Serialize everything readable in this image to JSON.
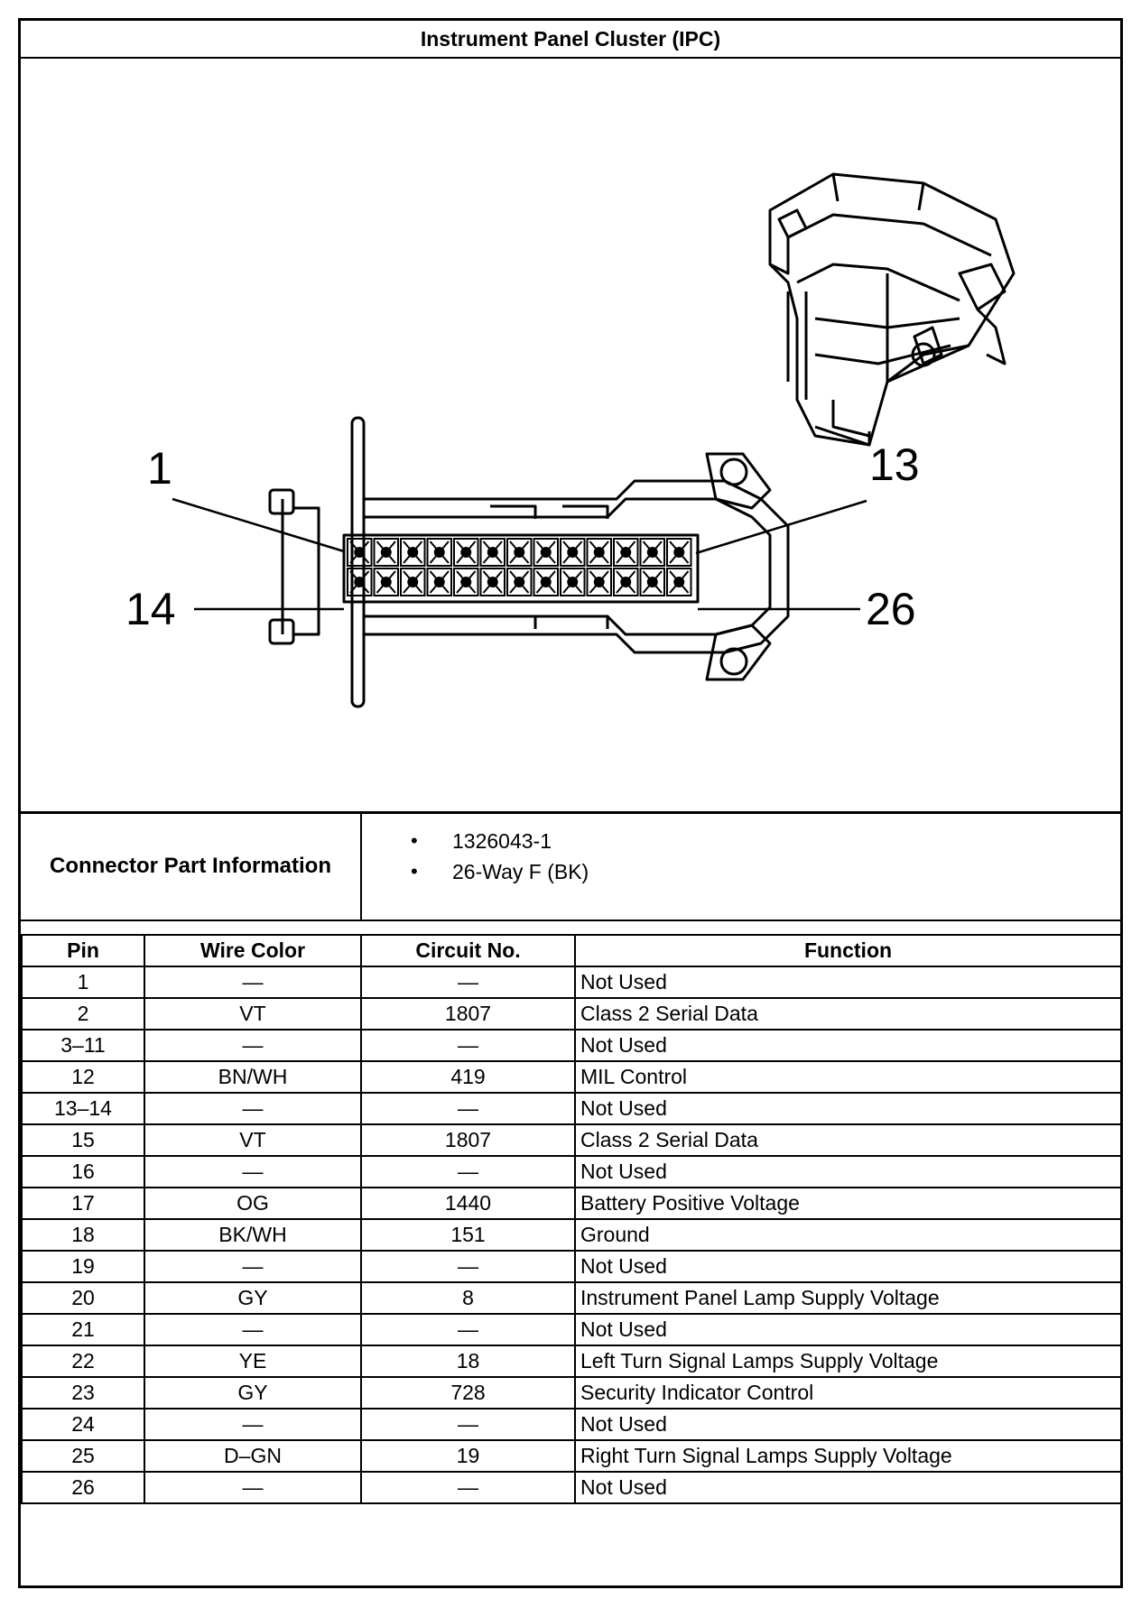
{
  "title": "Instrument Panel Cluster (IPC)",
  "figure": {
    "callouts": {
      "pin_1": "1",
      "pin_13": "13",
      "pin_14": "14",
      "pin_26": "26"
    }
  },
  "connector_info": {
    "label": "Connector Part Information",
    "items": [
      "1326043-1",
      "26-Way F (BK)"
    ]
  },
  "table": {
    "headers": {
      "pin": "Pin",
      "wire_color": "Wire Color",
      "circuit": "Circuit No.",
      "function": "Function"
    },
    "rows": [
      {
        "pin": "1",
        "wire_color": "—",
        "circuit": "—",
        "function": "Not Used"
      },
      {
        "pin": "2",
        "wire_color": "VT",
        "circuit": "1807",
        "function": "Class 2 Serial Data"
      },
      {
        "pin": "3–11",
        "wire_color": "—",
        "circuit": "—",
        "function": "Not Used"
      },
      {
        "pin": "12",
        "wire_color": "BN/WH",
        "circuit": "419",
        "function": "MIL Control"
      },
      {
        "pin": "13–14",
        "wire_color": "—",
        "circuit": "—",
        "function": "Not Used"
      },
      {
        "pin": "15",
        "wire_color": "VT",
        "circuit": "1807",
        "function": "Class 2 Serial Data"
      },
      {
        "pin": "16",
        "wire_color": "—",
        "circuit": "—",
        "function": "Not Used"
      },
      {
        "pin": "17",
        "wire_color": "OG",
        "circuit": "1440",
        "function": "Battery Positive Voltage"
      },
      {
        "pin": "18",
        "wire_color": "BK/WH",
        "circuit": "151",
        "function": "Ground"
      },
      {
        "pin": "19",
        "wire_color": "—",
        "circuit": "—",
        "function": "Not Used"
      },
      {
        "pin": "20",
        "wire_color": "GY",
        "circuit": "8",
        "function": "Instrument Panel Lamp Supply Voltage"
      },
      {
        "pin": "21",
        "wire_color": "—",
        "circuit": "—",
        "function": "Not Used"
      },
      {
        "pin": "22",
        "wire_color": "YE",
        "circuit": "18",
        "function": "Left Turn Signal Lamps Supply Voltage"
      },
      {
        "pin": "23",
        "wire_color": "GY",
        "circuit": "728",
        "function": "Security Indicator Control"
      },
      {
        "pin": "24",
        "wire_color": "—",
        "circuit": "—",
        "function": "Not Used"
      },
      {
        "pin": "25",
        "wire_color": "D–GN",
        "circuit": "19",
        "function": "Right Turn Signal Lamps Supply Voltage"
      },
      {
        "pin": "26",
        "wire_color": "—",
        "circuit": "—",
        "function": "Not Used"
      }
    ]
  }
}
